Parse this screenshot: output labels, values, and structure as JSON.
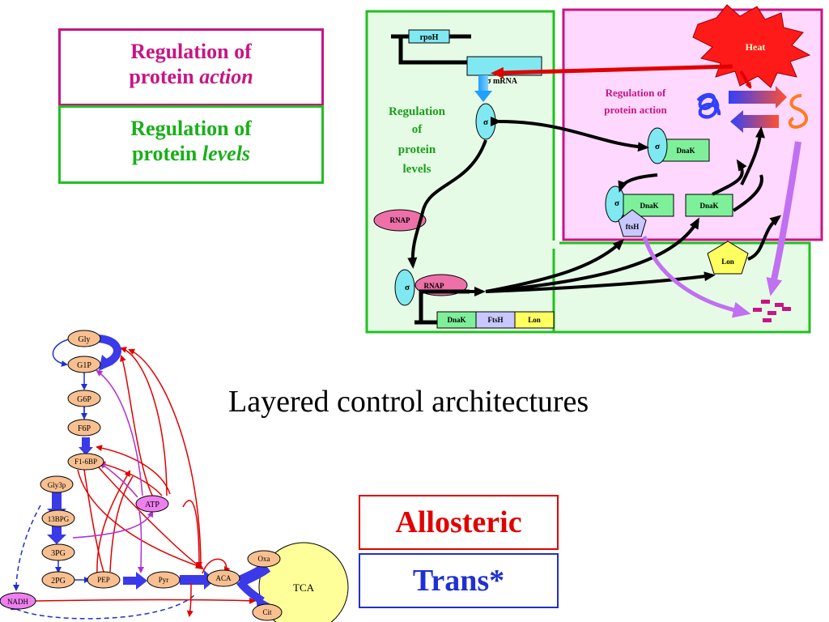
{
  "legend": {
    "action_line1": "Regulation of",
    "action_line2_a": "protein ",
    "action_line2_b": "action",
    "levels_line1": "Regulation of",
    "levels_line2_a": "protein ",
    "levels_line2_b": "levels"
  },
  "subtitle": "Layered control architectures",
  "types": {
    "allosteric": "Allosteric",
    "trans": "Trans*"
  },
  "heat_shock": {
    "heat": "Heat",
    "rpoH": "rpoH",
    "mrna": "σ mRNA",
    "sigma": "σ",
    "rnap": "RNAP",
    "dnak": "DnaK",
    "ftsh_gene": "FtsH",
    "ftsh_protein": "ftsH",
    "lon": "Lon",
    "levels_l1": "Regulation",
    "levels_l2": "of",
    "levels_l3": "protein",
    "levels_l4": "levels",
    "action_l1": "Regulation of",
    "action_l2": "protein action"
  },
  "glycolysis": {
    "gly": "Gly",
    "g1p": "G1P",
    "g6p": "G6P",
    "f6p": "F6P",
    "f16bp": "F1-6BP",
    "gly3p": "Gly3p",
    "bpg13": "13BPG",
    "pg3": "3PG",
    "pg2": "2PG",
    "pep": "PEP",
    "pyr": "Pyr",
    "aca": "ACA",
    "atp": "ATP",
    "nadh": "NADH",
    "oxa": "Oxa",
    "cit": "Cit",
    "tca": "TCA"
  },
  "colors": {
    "magenta": "#c71585",
    "green": "#20c020",
    "red": "#e00000",
    "blue": "#2030d0",
    "metabolite": "#f8c090",
    "cofactor": "#ee80ee",
    "flux": "#3a3ae8",
    "tca": "#ffff99",
    "cyan": "#7fe8f0",
    "dnak": "#7ff09a",
    "lon": "#ffff60",
    "ftsh": "#c8c8ff",
    "rnap": "#ee70a8"
  }
}
